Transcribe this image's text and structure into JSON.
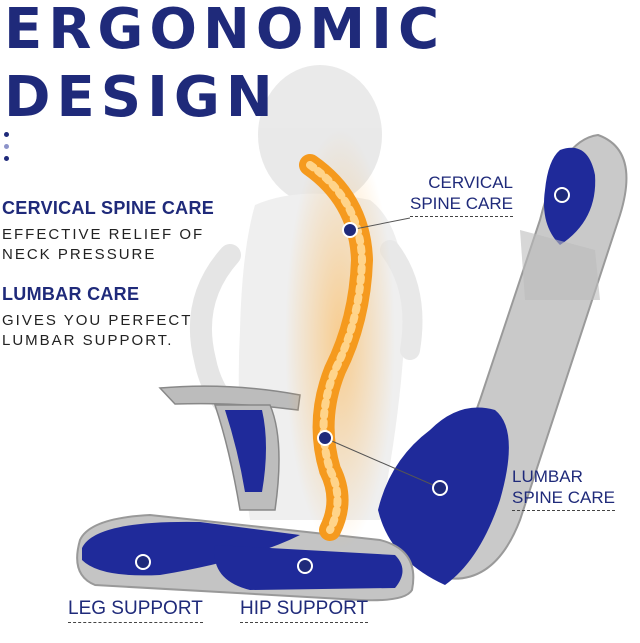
{
  "title_line1": "ERGONOMIC",
  "title_line2": "DESIGN",
  "features": [
    {
      "heading": "CERVICAL SPINE CARE",
      "desc_line1": "EFFECTIVE RELIEF OF",
      "desc_line2": "NECK PRESSURE"
    },
    {
      "heading": "LUMBAR CARE",
      "desc_line1": "GIVES YOU PERFECT",
      "desc_line2": "LUMBAR SUPPORT."
    }
  ],
  "callouts": {
    "cervical": {
      "line1": "CERVICAL",
      "line2": "SPINE CARE"
    },
    "lumbar": {
      "line1": "LUMBAR",
      "line2": "SPINE CARE"
    },
    "leg": "LEG SUPPORT",
    "hip": "HIP SUPPORT"
  },
  "colors": {
    "brand": "#1f2a7a",
    "chair_blue": "#1f2a9a",
    "spine": "#f59a1e"
  }
}
